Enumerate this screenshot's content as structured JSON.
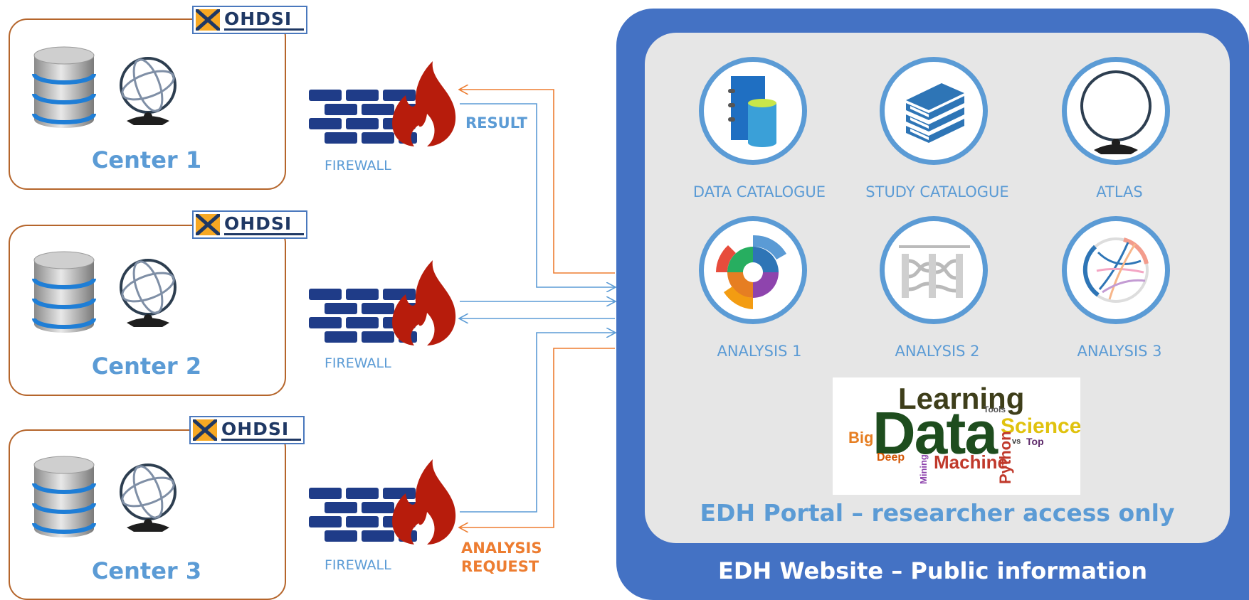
{
  "centers": [
    {
      "label": "Center 1",
      "logo_text": "OHDSI"
    },
    {
      "label": "Center 2",
      "logo_text": "OHDSI"
    },
    {
      "label": "Center 3",
      "logo_text": "OHDSI"
    }
  ],
  "firewall_label": "FIREWALL",
  "flows": {
    "result_label": "RESULT",
    "analysis_request_label": "ANALYSIS\nREQUEST"
  },
  "portal": {
    "title": "EDH Portal – researcher access only",
    "website_title": "EDH Website – Public information",
    "tiles": [
      {
        "label": "DATA CATALOGUE",
        "icon": "data-catalogue-icon"
      },
      {
        "label": "STUDY CATALOGUE",
        "icon": "books-icon"
      },
      {
        "label": "ATLAS",
        "icon": "atlas-icon"
      },
      {
        "label": "ANALYSIS 1",
        "icon": "sunburst-chart-icon"
      },
      {
        "label": "ANALYSIS 2",
        "icon": "pathway-chart-icon"
      },
      {
        "label": "ANALYSIS 3",
        "icon": "chord-diagram-icon"
      }
    ],
    "wordcloud_words": [
      "Learning",
      "Data",
      "Science",
      "Machine",
      "Big",
      "Deep",
      "Python",
      "Mining",
      "Tools",
      "Top",
      "vs"
    ]
  },
  "colors": {
    "center_border": "#b5652b",
    "accent_blue": "#5b9bd5",
    "portal_blue": "#4472c4",
    "orange": "#ed7d31",
    "firewall_blue": "#1f3c88",
    "fire_red": "#c00000"
  }
}
